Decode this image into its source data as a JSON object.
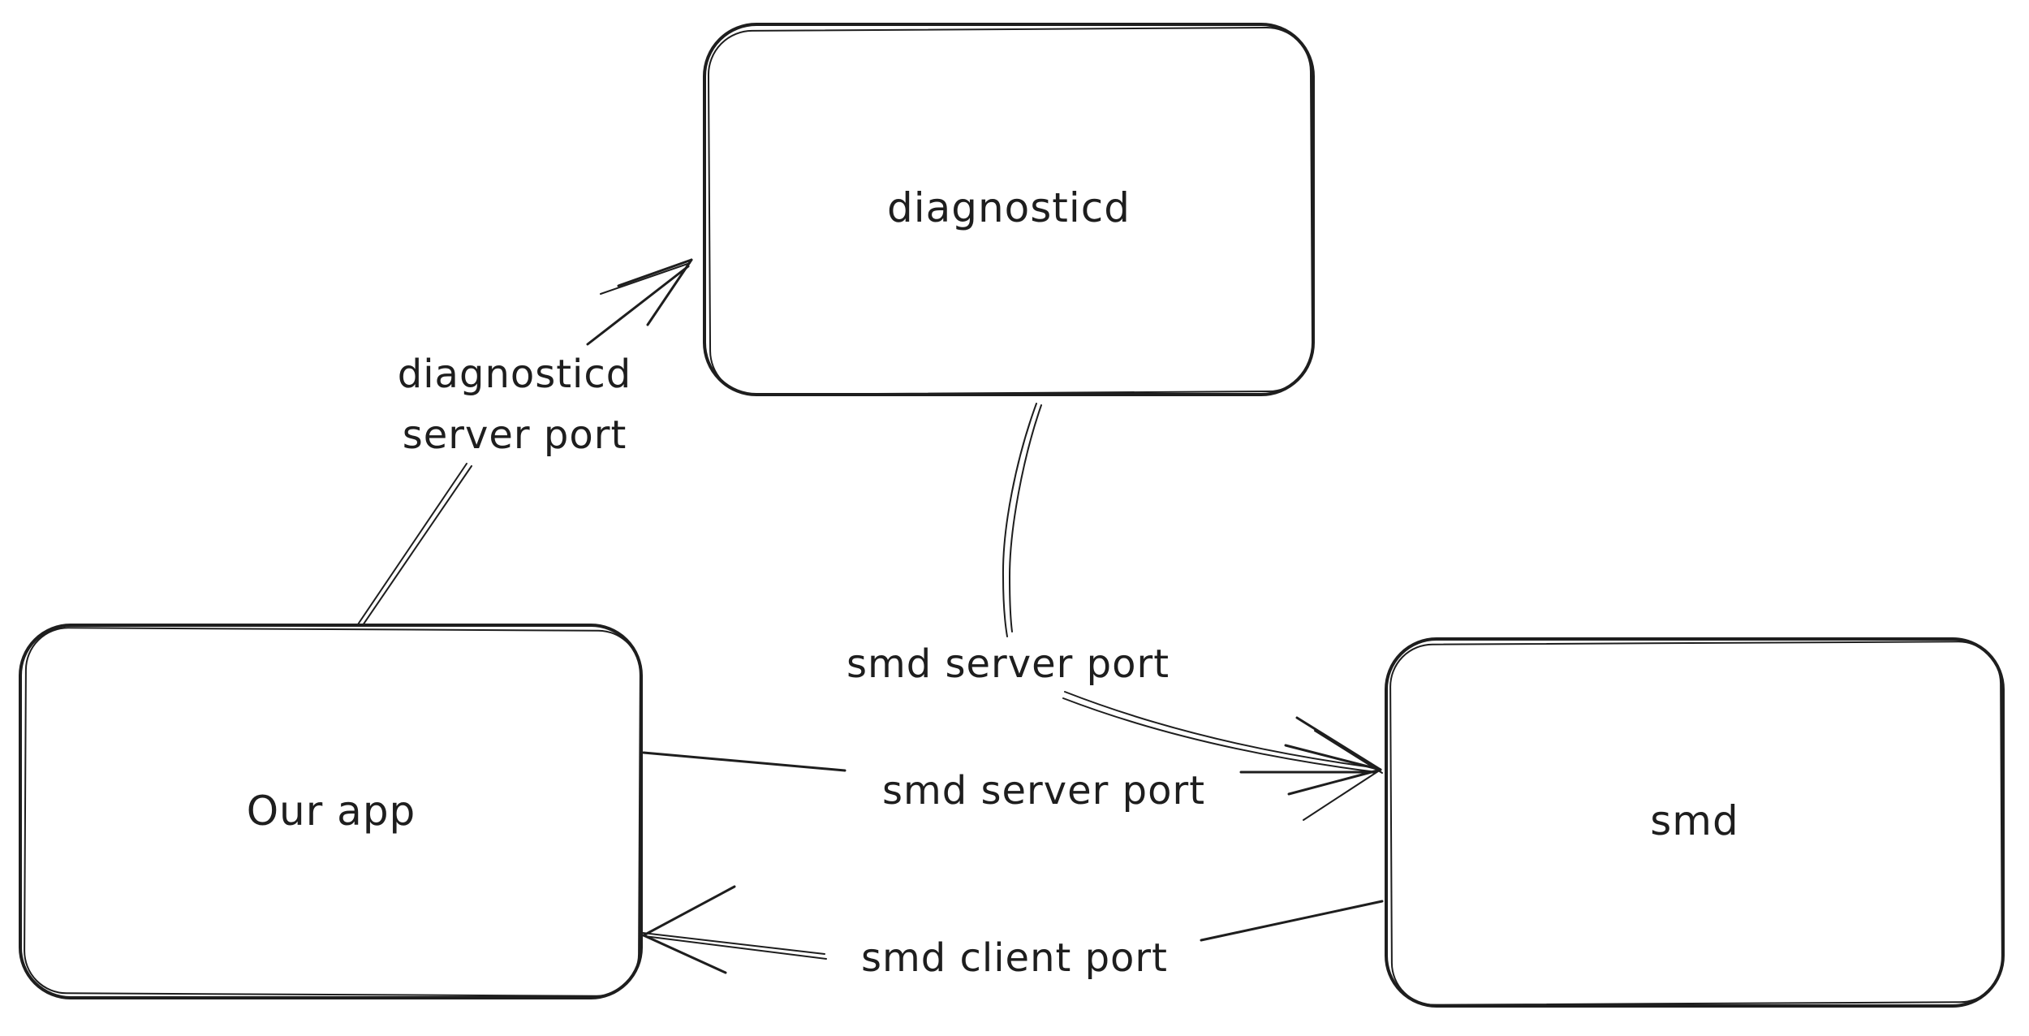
{
  "canvas": {
    "background_color": "#ffffff",
    "stroke_color": "#1e1e1e"
  },
  "nodes": {
    "diagnosticd": {
      "label": "diagnosticd"
    },
    "our_app": {
      "label": "Our app"
    },
    "smd": {
      "label": "smd"
    }
  },
  "edge_labels": {
    "diagnosticd_server_port": {
      "lines": [
        "diagnosticd",
        "server port"
      ]
    },
    "smd_server_port_from_diagnosticd": "smd server port",
    "smd_server_port_from_our_app": "smd server port",
    "smd_client_port": "smd client port"
  },
  "edges": [
    {
      "from": "Our app",
      "to": "diagnosticd",
      "label": "diagnosticd server port",
      "direction": "arrow-into-diagnosticd"
    },
    {
      "from": "diagnosticd",
      "to": "smd",
      "label": "smd server port",
      "direction": "arrow-into-smd"
    },
    {
      "from": "Our app",
      "to": "smd",
      "label": "smd server port",
      "direction": "arrow-into-smd"
    },
    {
      "from": "smd",
      "to": "Our app",
      "label": "smd client port",
      "direction": "arrow-into-our-app"
    }
  ]
}
